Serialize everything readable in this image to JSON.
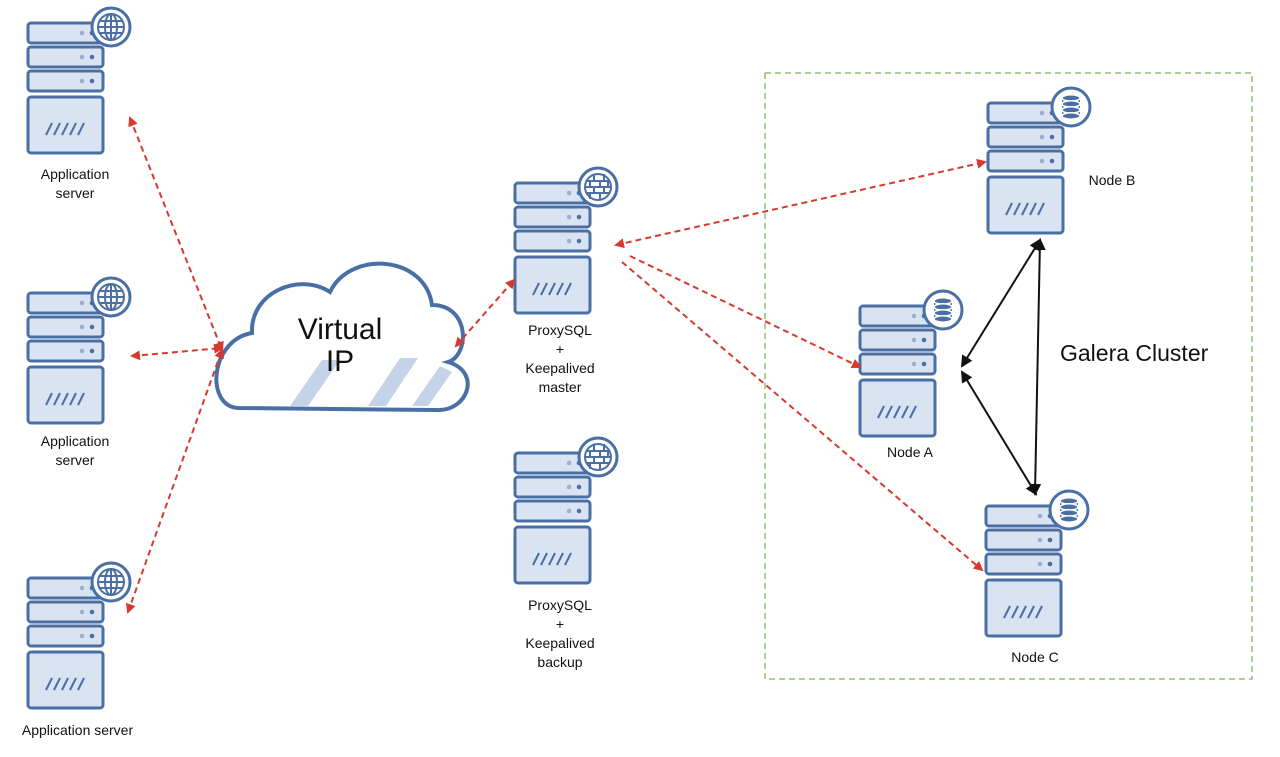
{
  "colors": {
    "server_stroke": "#4a6fa5",
    "server_fill": "#d9e3f2",
    "cloud_stroke": "#4a6fa5",
    "cloud_shade": "#b7c8e3",
    "link_red": "#d63a2f",
    "link_black": "#111111",
    "cluster_border": "#8fc46a"
  },
  "servers": [
    {
      "id": "app1",
      "icon": "globe-icon",
      "label": "Application\nserver"
    },
    {
      "id": "app2",
      "icon": "globe-icon",
      "label": "Application\nserver"
    },
    {
      "id": "app3",
      "icon": "globe-icon",
      "label": "Application server"
    },
    {
      "id": "proxy_master",
      "icon": "firewall-icon",
      "label": "ProxySQL\n+\nKeepalived\nmaster"
    },
    {
      "id": "proxy_backup",
      "icon": "firewall-icon",
      "label": "ProxySQL\n+\nKeepalived\nbackup"
    },
    {
      "id": "node_b",
      "icon": "database-icon",
      "label": "Node B"
    },
    {
      "id": "node_a",
      "icon": "database-icon",
      "label": "Node A"
    },
    {
      "id": "node_c",
      "icon": "database-icon",
      "label": "Node C"
    }
  ],
  "cloud": {
    "label": "Virtual\nIP"
  },
  "cluster": {
    "label": "Galera Cluster"
  }
}
